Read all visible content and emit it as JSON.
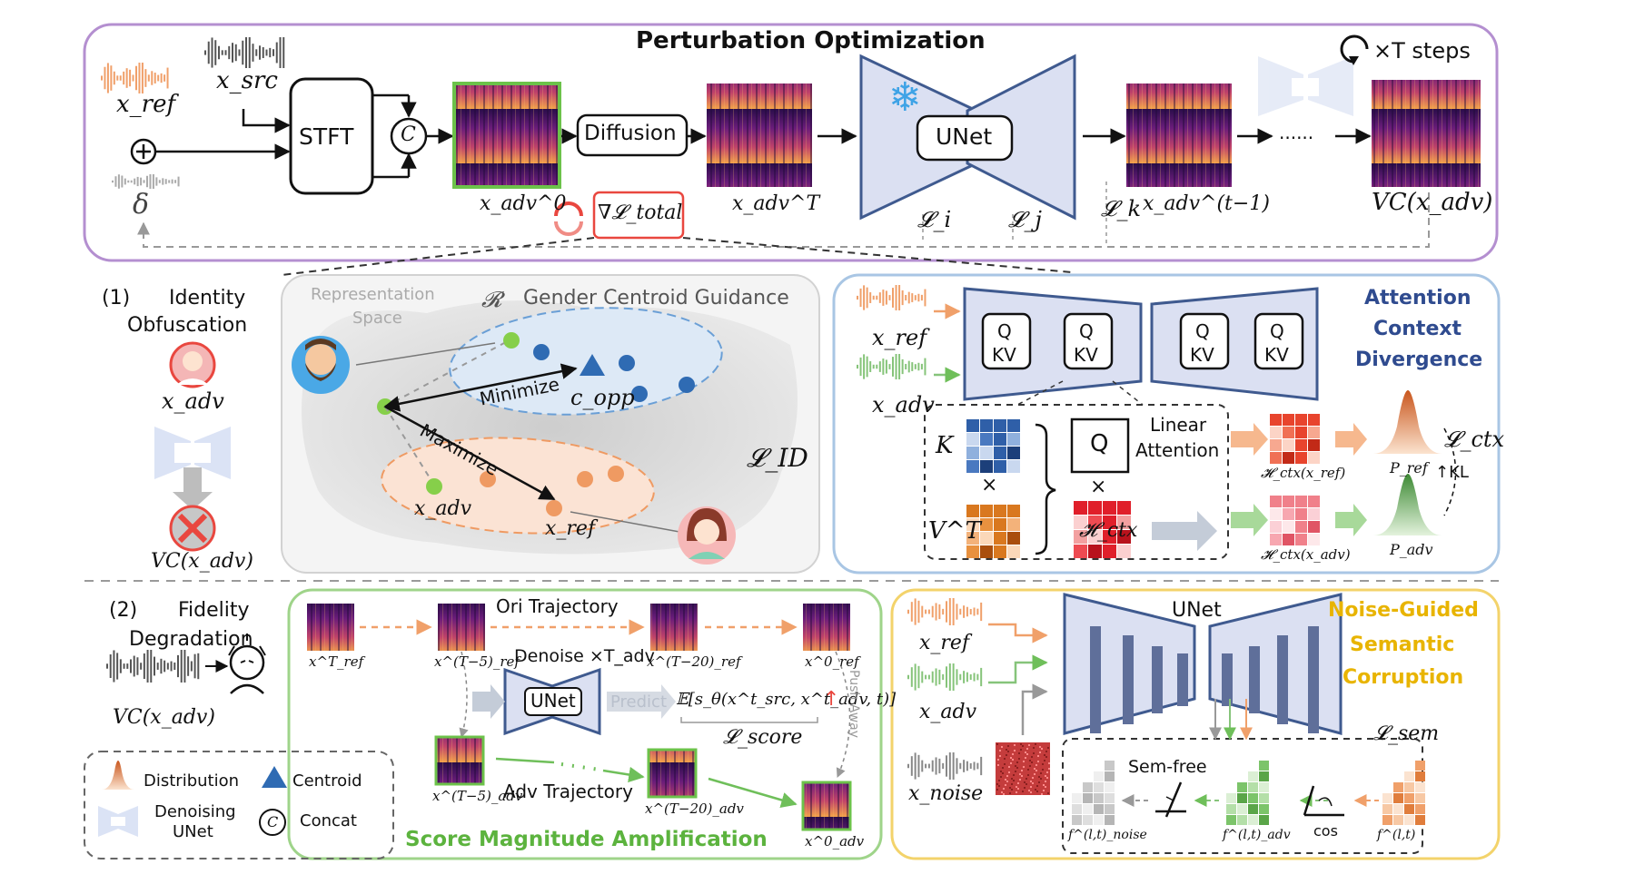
{
  "top": {
    "title": "Perturbation Optimization",
    "x_ref": "x_ref",
    "x_src": "x_src",
    "delta": "δ",
    "stft": "STFT",
    "concat": "C",
    "diffusion": "Diffusion",
    "unet": "UNet",
    "x_adv_0": "x_adv^0",
    "x_adv_T": "x_adv^T",
    "x_adv_t1": "x_adv^(t−1)",
    "grad_total": "∇𝓛_total",
    "loss_i": "𝓛_i",
    "loss_j": "𝓛_j",
    "loss_k": "𝓛_k",
    "dots": "......",
    "t_steps": "×T steps",
    "vc_adv": "VC(x_adv)"
  },
  "identity": {
    "label_num": "(1)",
    "label_line1": "Identity",
    "label_line2": "Obfuscation",
    "x_adv": "x_adv",
    "vc_adv": "VC(x_adv)",
    "rep_space_1": "Representation",
    "rep_space_2": "Space",
    "R": "𝓡",
    "gcg": "Gender Centroid Guidance",
    "minimize": "Minimize",
    "maximize": "Maximize",
    "c_opp": "c_opp",
    "x_adv_pt": "x_adv",
    "x_ref_pt": "x_ref",
    "loss_id": "𝓛_ID"
  },
  "attention": {
    "title_1": "Attention",
    "title_2": "Context",
    "title_3": "Divergence",
    "x_ref": "x_ref",
    "x_adv": "x_adv",
    "q": "Q",
    "kv": "KV",
    "K": "K",
    "VT": "V^T",
    "Q_box": "Q",
    "linear_1": "Linear",
    "linear_2": "Attention",
    "H_ctx": "𝓗_ctx",
    "times": "×",
    "h_ref": "𝓗_ctx(x_ref)",
    "h_adv": "𝓗_ctx(x_adv)",
    "p_ref": "P_ref",
    "p_adv": "P_adv",
    "kl": "↑KL",
    "loss_ctx": "𝓛_ctx"
  },
  "fidelity": {
    "label_num": "(2)",
    "label_line1": "Fidelity",
    "label_line2": "Degradation",
    "vc_adv": "VC(x_adv)"
  },
  "legend": {
    "distribution": "Distribution",
    "centroid": "Centroid",
    "denoising_1": "Denoising",
    "denoising_2": "UNet",
    "concat_sym": "C",
    "concat": "Concat"
  },
  "score": {
    "title": "Score Magnitude Amplification",
    "ori": "Ori Trajectory",
    "adv": "Adv Trajectory",
    "denoise": "Denoise ×T_adv",
    "unet": "UNet",
    "predict": "Predict",
    "expectation": "𝔼[s_θ(x^t_src, x^t_adv, t)]",
    "up": "↑",
    "loss_score": "𝓛_score",
    "push_away": "Push Away",
    "xref_T": "x^T_ref",
    "xref_T5": "x^(T−5)_ref",
    "xref_T20": "x^(T−20)_ref",
    "xref_0": "x^0_ref",
    "xadv_T5": "x^(T−5)_adv",
    "xadv_T20": "x^(T−20)_adv",
    "xadv_0": "x^0_adv"
  },
  "noise": {
    "title_1": "Noise-Guided",
    "title_2": "Semantic",
    "title_3": "Corruption",
    "unet": "UNet",
    "x_ref": "x_ref",
    "x_adv": "x_adv",
    "x_noise": "x_noise",
    "loss_sem": "𝓛_sem",
    "sem_free": "Sem-free",
    "cos": "cos",
    "f_noise": "f^(l,t)_noise",
    "f_adv": "f^(l,t)_adv",
    "f": "f^(l,t)"
  },
  "colors": {
    "purple": "#b48fd0",
    "blue": "#a9c6e4",
    "green": "#9fd48a",
    "yellow": "#f3d36b",
    "unet_fill": "#dbe0f2",
    "unet_stroke": "#3f5a8f",
    "orange": "#f0a06a",
    "green_wave": "#86c47a",
    "red": "#e9473f",
    "navy": "#2f4b8f",
    "gold": "#e8b400"
  }
}
